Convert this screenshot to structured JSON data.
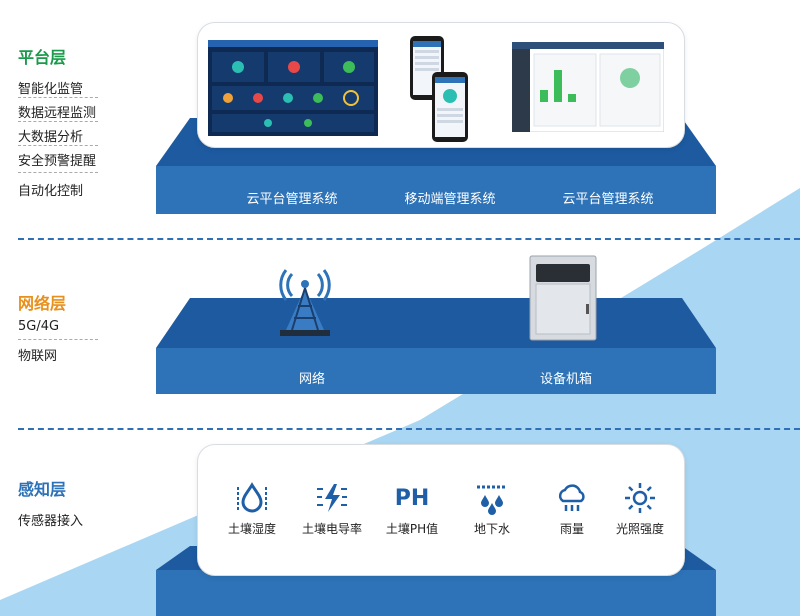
{
  "platform_layer": {
    "title": "平台层",
    "title_color": "#1a9a4a",
    "items": [
      "智能化监管",
      "数据远程监测",
      "大数据分析",
      "安全预警提醒",
      "自动化控制"
    ],
    "systems": [
      "云平台管理系统",
      "移动端管理系统",
      "云平台管理系统"
    ]
  },
  "network_layer": {
    "title": "网络层",
    "title_color": "#e8901c",
    "items": [
      "5G/4G",
      "物联网"
    ],
    "labels": [
      "网络",
      "设备机箱"
    ]
  },
  "perception_layer": {
    "title": "感知层",
    "title_color": "#2b72b8",
    "items": [
      "传感器接入"
    ],
    "sensors": [
      {
        "icon": "soil-moisture-icon",
        "label": "土壤湿度"
      },
      {
        "icon": "soil-conductivity-icon",
        "label": "土壤电导率"
      },
      {
        "icon": "ph-icon",
        "label": "土壤PH值",
        "glyph": "PH"
      },
      {
        "icon": "groundwater-icon",
        "label": "地下水"
      },
      {
        "icon": "rain-icon",
        "label": "雨量"
      },
      {
        "icon": "sun-icon",
        "label": "光照强度"
      }
    ]
  },
  "colors": {
    "slab_front": "#2e73b8",
    "slab_top": "#1d5aa0",
    "slab_side": "#245f9e",
    "background_wedge": "#a9d6f2",
    "icon": "#1e5fa8"
  }
}
